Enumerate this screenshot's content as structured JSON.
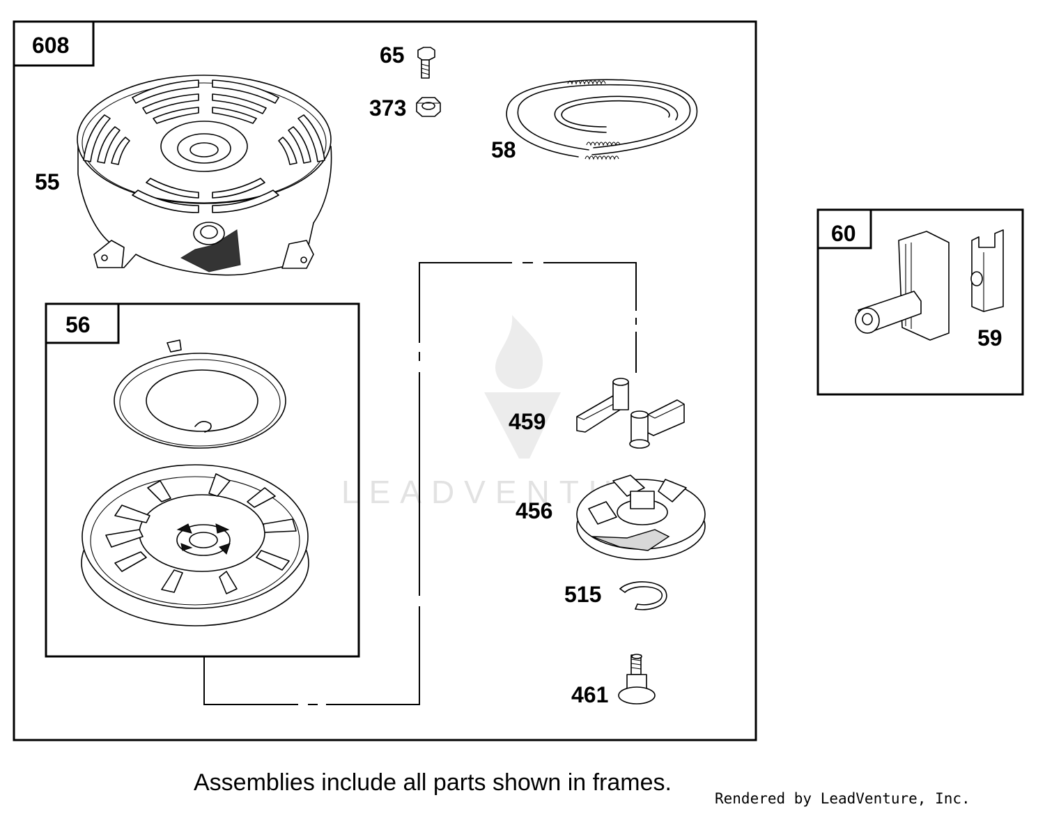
{
  "frames": {
    "main": "608",
    "spring_pulley": "56",
    "handle": "60"
  },
  "labels": {
    "blower_housing": "55",
    "rope": "58",
    "screw": "65",
    "nut": "373",
    "handle_insert": "59",
    "pawl": "459",
    "pawl_plate": "456",
    "retainer_ring": "515",
    "center_screw": "461"
  },
  "watermark": {
    "text": "LEADVENTURE",
    "color": "#e2e2e2"
  },
  "footnote": "Assemblies include all parts shown in frames.",
  "rendered_by": "Rendered by LeadVenture, Inc."
}
